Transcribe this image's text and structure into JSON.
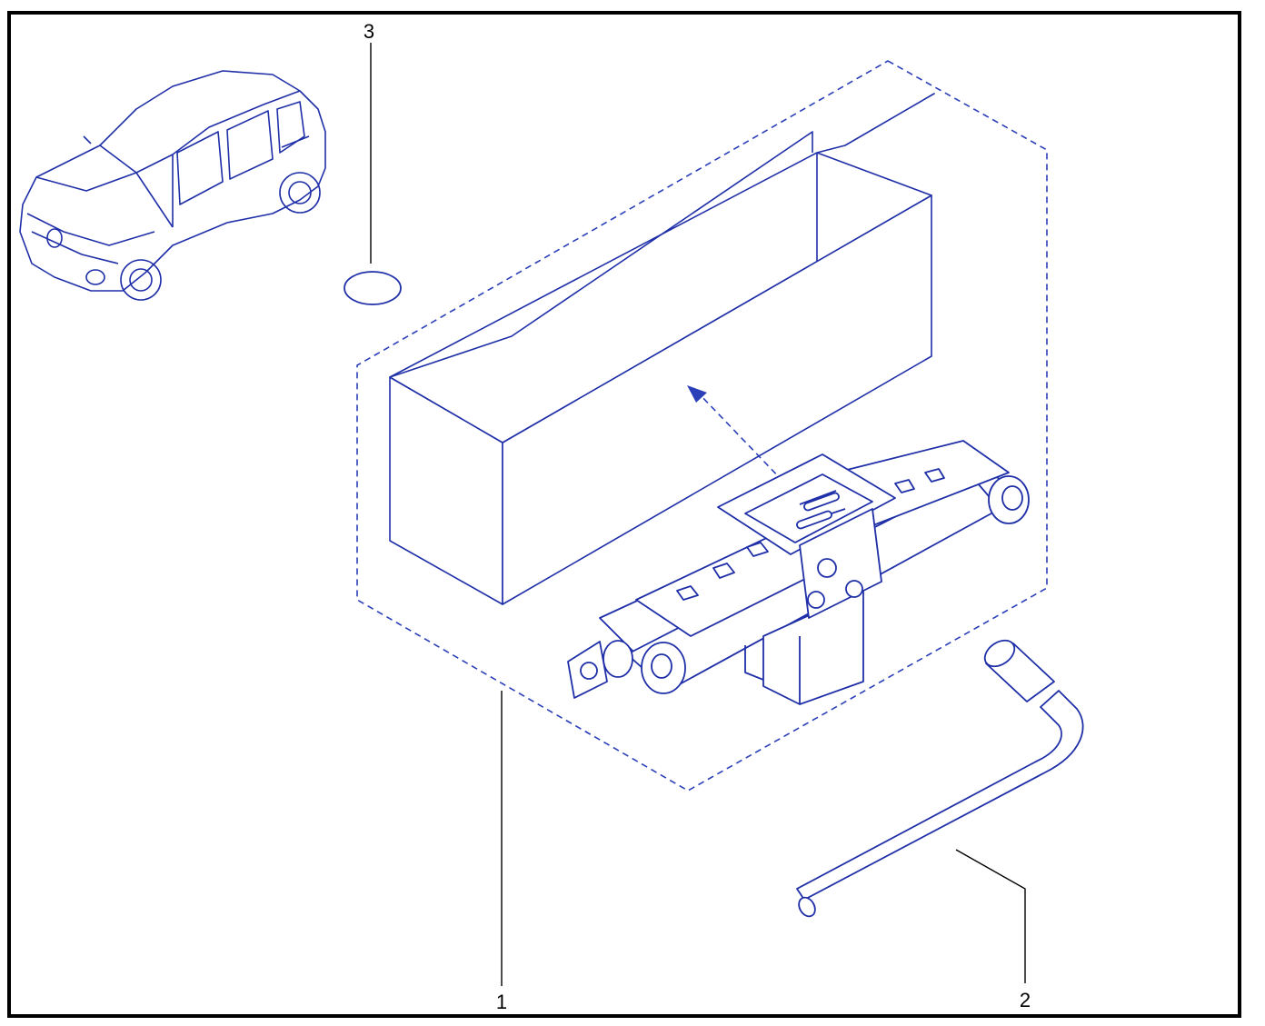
{
  "colors": {
    "frame": "#000000",
    "drawing": "#1f2fa8",
    "leader": "#000000",
    "background": "#ffffff"
  },
  "callouts": [
    {
      "label": "1",
      "part": "jack-kit-box-with-jack"
    },
    {
      "label": "2",
      "part": "wheel-brace"
    },
    {
      "label": "3",
      "part": "sticker-label"
    }
  ]
}
